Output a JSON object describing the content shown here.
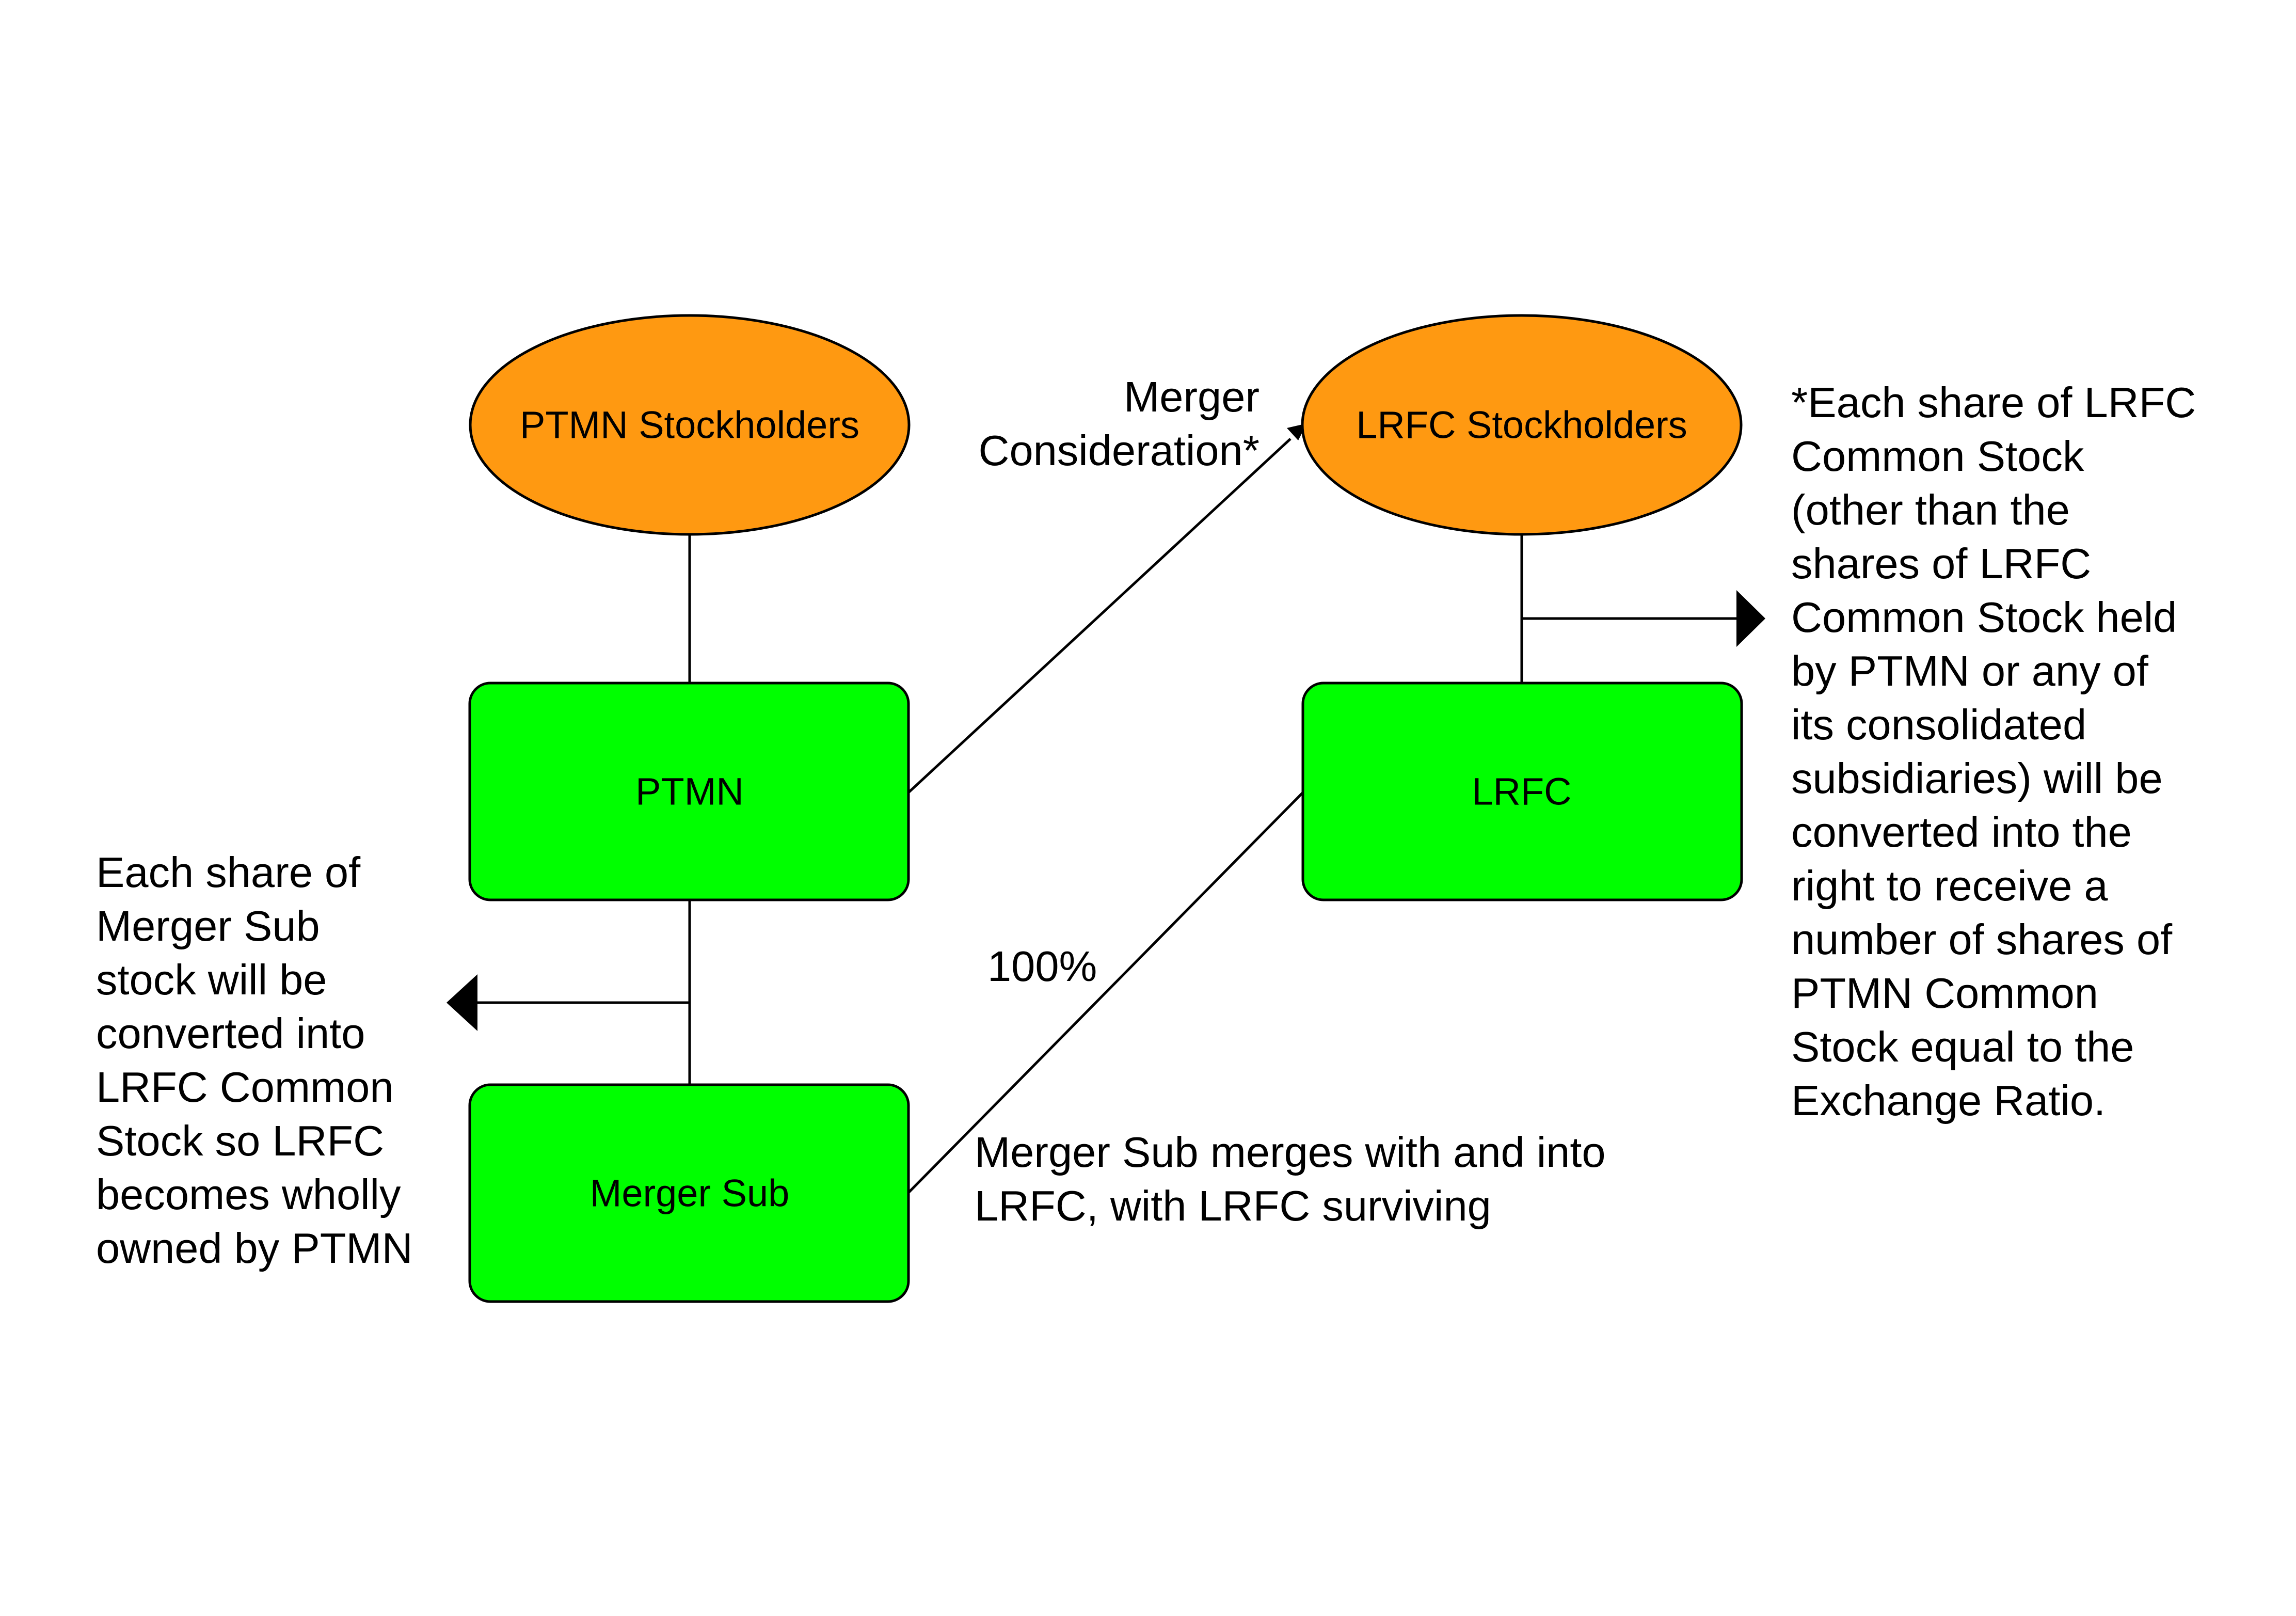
{
  "diagram": {
    "nodes": {
      "ptmn_stockholders": {
        "label": "PTMN Stockholders",
        "shape": "ellipse",
        "color": "#FF9911"
      },
      "lrfc_stockholders": {
        "label": "LRFC Stockholders",
        "shape": "ellipse",
        "color": "#FF9911"
      },
      "ptmn": {
        "label": "PTMN",
        "shape": "rounded-rect",
        "color": "#00FF00"
      },
      "lrfc": {
        "label": "LRFC",
        "shape": "rounded-rect",
        "color": "#00FF00"
      },
      "merger_sub": {
        "label": "Merger Sub",
        "shape": "rounded-rect",
        "color": "#00FF00"
      }
    },
    "edges": [
      {
        "from": "ptmn_stockholders",
        "to": "ptmn",
        "type": "line"
      },
      {
        "from": "ptmn",
        "to": "merger_sub",
        "type": "line"
      },
      {
        "from": "ptmn",
        "to": "lrfc_stockholders",
        "type": "arrow",
        "label": "Merger Consideration*"
      },
      {
        "from": "lrfc_stockholders",
        "to": "lrfc",
        "type": "line"
      },
      {
        "from": "merger_sub",
        "to": "lrfc",
        "type": "line",
        "label": "100%"
      }
    ],
    "annotations": {
      "merger_consideration": "Merger\nConsideration*",
      "merger_sub_conversion": "Each share of\nMerger Sub\nstock will be\nconverted into\nLRFC Common\nStock so LRFC\nbecomes wholly\nowned by PTMN",
      "exchange_ratio_note": "*Each share of LRFC\nCommon Stock\n(other than the\nshares of LRFC\nCommon Stock held\nby PTMN or any of\nits consolidated\nsubsidiaries) will be\nconverted into the\nright to receive a\nnumber of shares of\nPTMN Common\nStock equal to the\nExchange Ratio.",
      "merge_into": "Merger Sub merges with and into\nLRFC, with LRFC surviving",
      "ownership_percent": "100%"
    }
  }
}
